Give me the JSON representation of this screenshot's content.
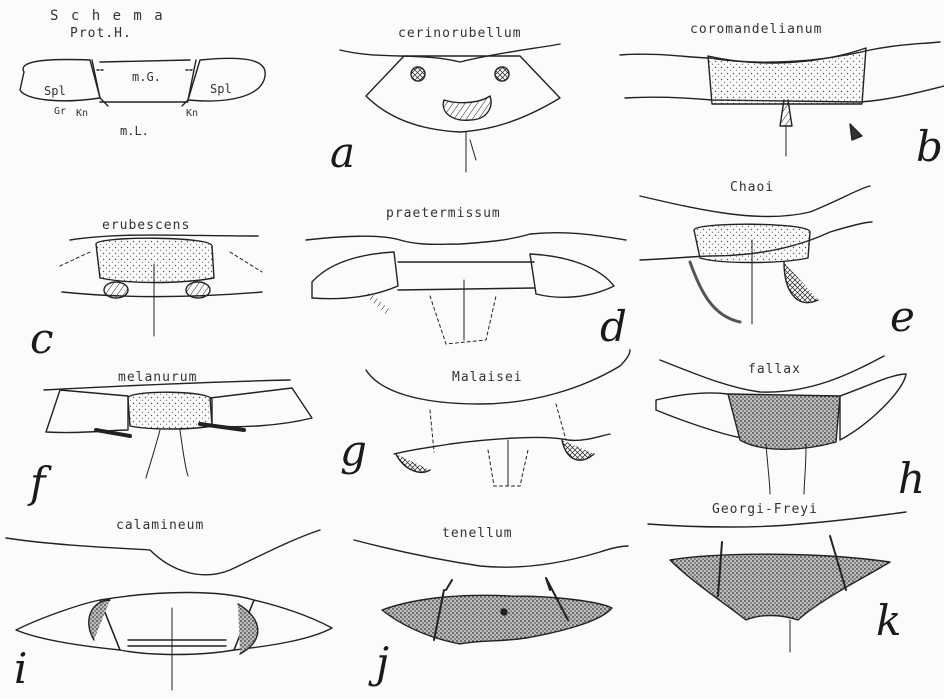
{
  "schema": {
    "title": "S c h e m a",
    "subtitle": "Prot.H.",
    "center": "m.G.",
    "left_plate": "Spl",
    "right_plate": "Spl",
    "left_small": "Gr",
    "left_kn": "Kn",
    "right_kn": "Kn",
    "below": "m.L."
  },
  "panels": [
    {
      "letter": "a",
      "name": "cerinorubellum"
    },
    {
      "letter": "b",
      "name": "coromandelianum"
    },
    {
      "letter": "c",
      "name": "erubescens"
    },
    {
      "letter": "d",
      "name": "praetermissum"
    },
    {
      "letter": "e",
      "name": "Chaoi"
    },
    {
      "letter": "f",
      "name": "melanurum"
    },
    {
      "letter": "g",
      "name": "Malaisei"
    },
    {
      "letter": "h",
      "name": "fallax"
    },
    {
      "letter": "i",
      "name": "calamineum"
    },
    {
      "letter": "j",
      "name": "tenellum"
    },
    {
      "letter": "k",
      "name": "Georgi-Freyi"
    }
  ]
}
